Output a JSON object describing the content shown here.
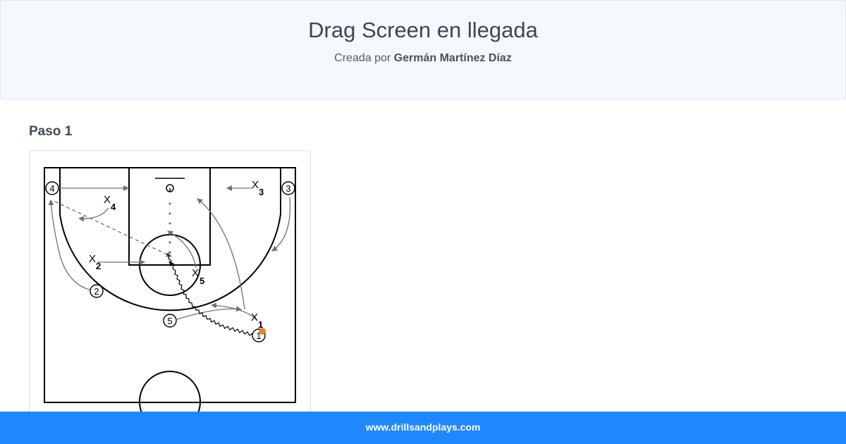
{
  "header": {
    "title": "Drag Screen en llegada",
    "subtitle_prefix": "Creada por",
    "author": "Germán Martínez Díaz"
  },
  "step": {
    "title": "Paso 1"
  },
  "diagram": {
    "players": [
      "4",
      "3",
      "2",
      "5",
      "1"
    ],
    "defenders": [
      {
        "letter": "X",
        "sub": "4"
      },
      {
        "letter": "X",
        "sub": "3"
      },
      {
        "letter": "X",
        "sub": "2"
      },
      {
        "letter": "X",
        "sub": "5"
      },
      {
        "letter": "X",
        "sub": "1"
      }
    ],
    "colors": {
      "ball": "#e08a1e",
      "lines": "#000000",
      "arrows": "#707070"
    }
  },
  "footer": {
    "url": "www.drillsandplays.com"
  }
}
